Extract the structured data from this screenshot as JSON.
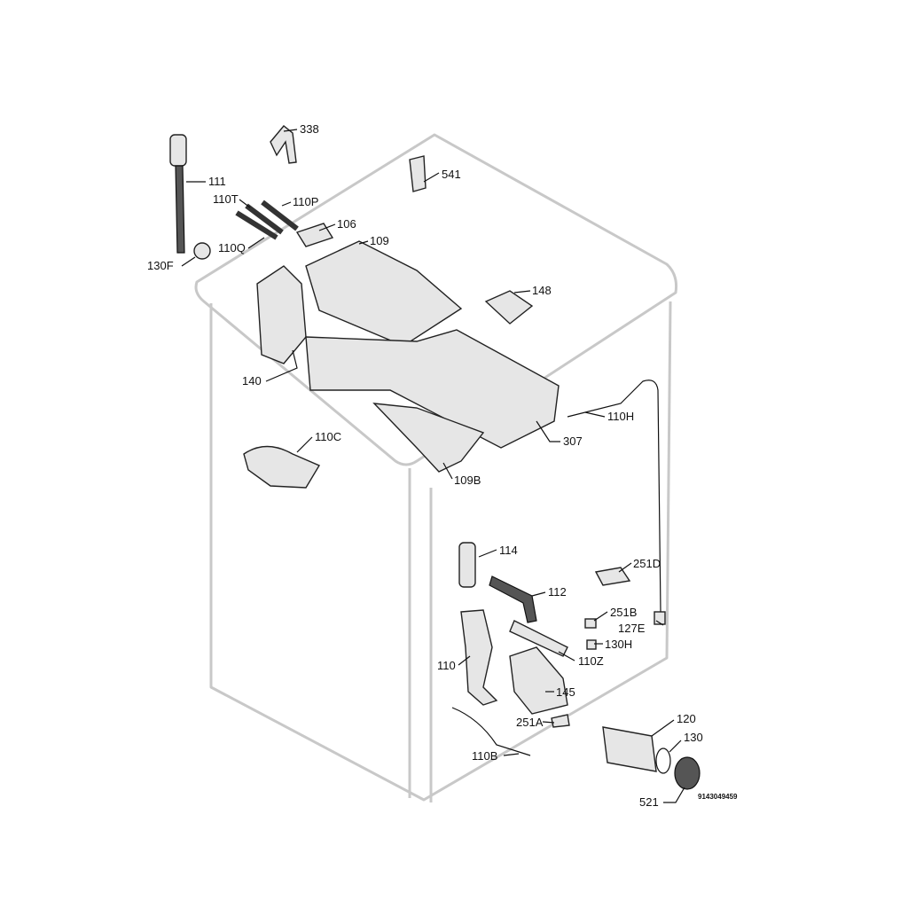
{
  "diagram": {
    "title": "Washing machine exploded parts diagram",
    "drawing_number": "9143049459",
    "labels": {
      "p338": "338",
      "p111": "111",
      "p541": "541",
      "p110T": "110T",
      "p110P": "110P",
      "p106": "106",
      "p110Q": "110Q",
      "p130F": "130F",
      "p109": "109",
      "p148": "148",
      "p140": "140",
      "p110H": "110H",
      "p307": "307",
      "p110C": "110C",
      "p109B": "109B",
      "p114": "114",
      "p251D": "251D",
      "p112": "112",
      "p251B": "251B",
      "p127E": "127E",
      "p130H": "130H",
      "p110Z": "110Z",
      "p110": "110",
      "p145": "145",
      "p251A": "251A",
      "p120": "120",
      "p130": "130",
      "p110B": "110B",
      "p521": "521"
    }
  }
}
